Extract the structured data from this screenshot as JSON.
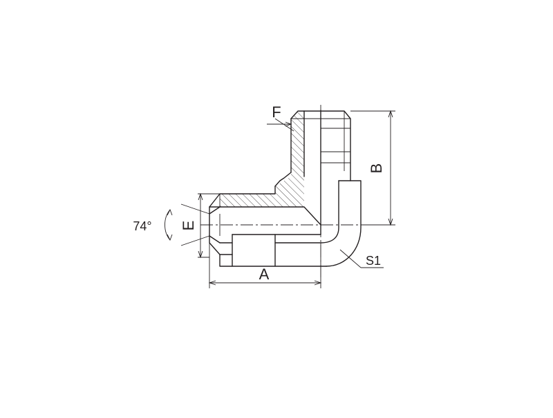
{
  "labels": {
    "angle": "74°",
    "E": "E",
    "F": "F",
    "A": "A",
    "B": "B",
    "S1": "S1"
  },
  "colors": {
    "line": "#231f20",
    "background": "#ffffff"
  }
}
